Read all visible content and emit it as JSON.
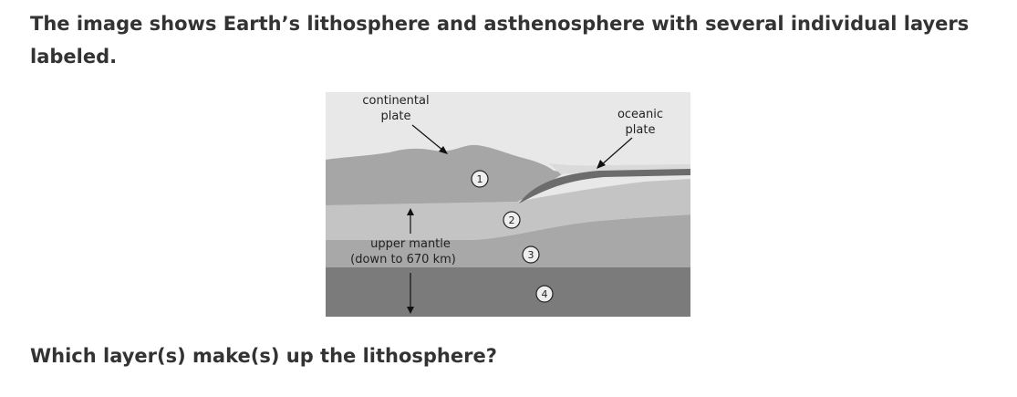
{
  "intro_text": "The image shows Earth’s lithosphere and asthenosphere with several individual layers labeled.",
  "question_text": "Which layer(s) make(s) up the lithosphere?",
  "diagram": {
    "labels": {
      "continental_line1": "continental",
      "continental_line2": "plate",
      "oceanic_line1": "oceanic",
      "oceanic_line2": "plate",
      "mantle_line1": "upper mantle",
      "mantle_line2": "(down to 670 km)"
    },
    "layers": [
      {
        "number": "1"
      },
      {
        "number": "2"
      },
      {
        "number": "3"
      },
      {
        "number": "4"
      }
    ],
    "colors": {
      "sky": "#e8e8e8",
      "crust": "#a6a6a6",
      "layer2": "#c4c4c4",
      "layer3": "#a8a8a8",
      "layer4": "#7b7b7b",
      "oceanic_plate": "#6c6c6c"
    }
  }
}
